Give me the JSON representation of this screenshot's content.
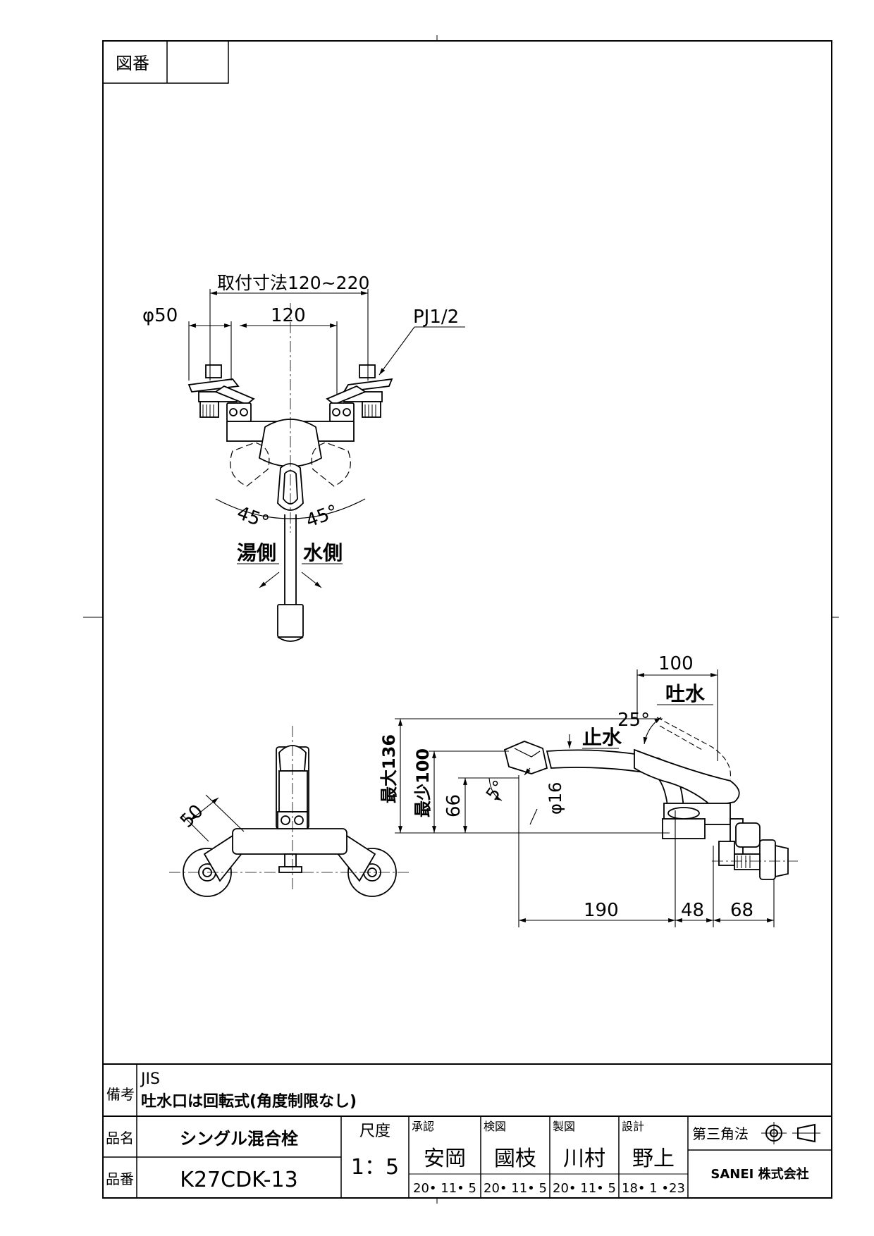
{
  "header": {
    "zuban_label": "図番",
    "zuban_value": ""
  },
  "dims_top": {
    "mount_range": "取付寸法120~220",
    "phi50": "φ50",
    "d120": "120",
    "pj": "PJ1/2",
    "angle_left": "45°",
    "angle_right": "45°",
    "hot_side": "湯側",
    "cold_side": "水側"
  },
  "dims_left": {
    "d50": "50"
  },
  "dims_right": {
    "d100": "100",
    "spout_label": "吐水",
    "angle25": "25°",
    "stop_label": "止水",
    "max136": "最大136",
    "min100": "最少100",
    "d66": "66",
    "angle5": "5°",
    "phi16": "φ16",
    "d190": "190",
    "d48": "48",
    "d68": "68"
  },
  "notes": {
    "label": "備考",
    "line1": "JIS",
    "line2": "吐水口は回転式(角度制限なし)"
  },
  "title_block": {
    "product_name_label": "品名",
    "product_name": "シングル混合栓",
    "product_no_label": "品番",
    "product_no": "K27CDK-13",
    "scale_label": "尺度",
    "scale": "1：5",
    "approve": {
      "label": "承認",
      "name": "安岡",
      "date": "20• 11• 5"
    },
    "check": {
      "label": "検図",
      "name": "國枝",
      "date": "20• 11• 5"
    },
    "draw": {
      "label": "製図",
      "name": "川村",
      "date": "20• 11• 5"
    },
    "design": {
      "label": "設計",
      "name": "野上",
      "date": "18• 1 •23"
    },
    "projection": "第三角法",
    "company": "SANEI 株式会社"
  }
}
